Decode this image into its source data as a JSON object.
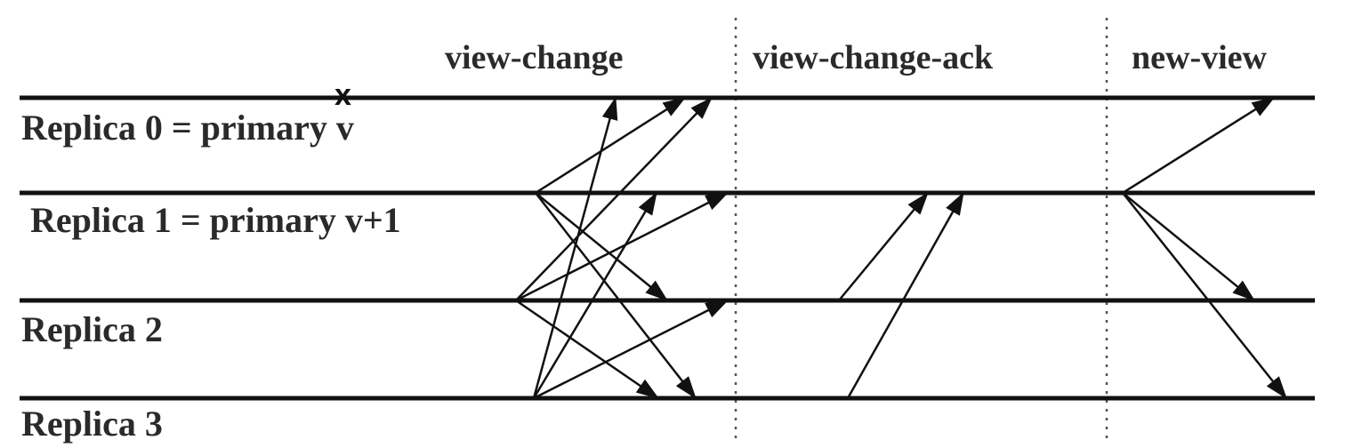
{
  "diagram": {
    "phases": [
      "view-change",
      "view-change-ack",
      "new-view"
    ],
    "replicas": [
      "Replica 0 = primary v",
      "Replica 1 = primary v+1",
      "Replica 2",
      "Replica 3"
    ],
    "crash_marker": "x",
    "crashed_replica_index": 0,
    "messages": {
      "view-change": [
        {
          "from": 1,
          "to": 0
        },
        {
          "from": 1,
          "to": 2
        },
        {
          "from": 1,
          "to": 3
        },
        {
          "from": 2,
          "to": 0
        },
        {
          "from": 2,
          "to": 1
        },
        {
          "from": 2,
          "to": 3
        },
        {
          "from": 3,
          "to": 0
        },
        {
          "from": 3,
          "to": 1
        },
        {
          "from": 3,
          "to": 2
        }
      ],
      "view-change-ack": [
        {
          "from": 2,
          "to": 1
        },
        {
          "from": 3,
          "to": 1
        }
      ],
      "new-view": [
        {
          "from": 1,
          "to": 0
        },
        {
          "from": 1,
          "to": 2
        },
        {
          "from": 1,
          "to": 3
        }
      ]
    },
    "colors": {
      "line": "#111111",
      "text": "#2a2a2a",
      "divider": "#555555"
    }
  }
}
